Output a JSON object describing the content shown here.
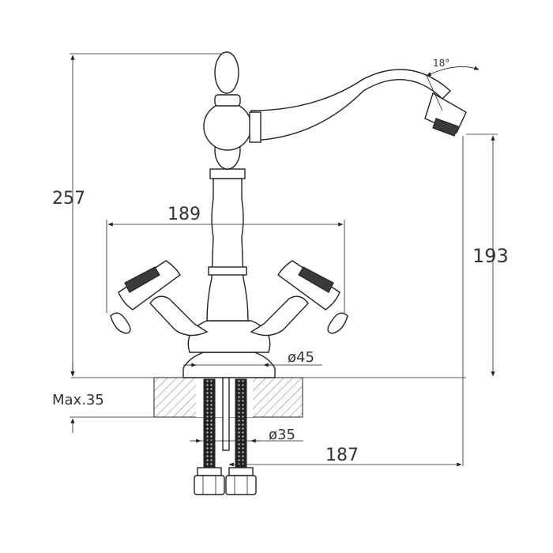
{
  "colors": {
    "ink": "#222222",
    "text": "#333333",
    "background": "#ffffff"
  },
  "dimensions": {
    "total_height": "257",
    "handle_span": "189",
    "spout_height": "193",
    "spout_angle": "18°",
    "body_diameter": "ø45",
    "max_thickness": "Max.35",
    "hole_diameter": "ø35",
    "spout_reach": "187"
  }
}
